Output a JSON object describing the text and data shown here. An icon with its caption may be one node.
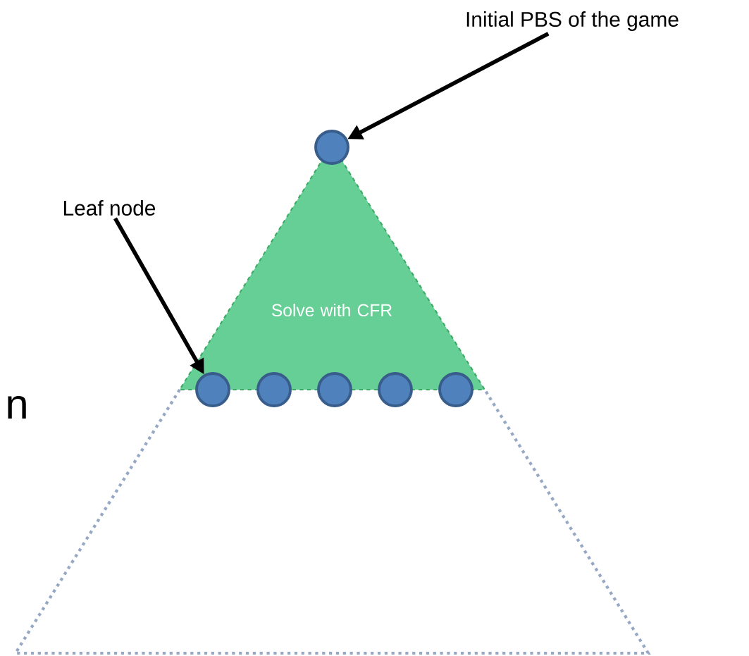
{
  "diagram": {
    "nodes": [
      {
        "text": [
          "Initial PBS of the game"
        ]
      },
      {
        "text": [
          "Leaf node"
        ]
      },
      {
        "text": [
          "Solve with CFR"
        ]
      },
      {
        "text": [],
        "shape": "circle"
      },
      {
        "text": [],
        "shape": "circle"
      },
      {
        "text": [],
        "shape": "circle"
      },
      {
        "text": [],
        "shape": "circle"
      },
      {
        "text": [],
        "shape": "circle"
      },
      {
        "text": [],
        "shape": "circle"
      },
      {
        "text": [],
        "shape": "triangle"
      }
    ],
    "edges": [
      {
        "from": 0,
        "to": 3,
        "arrow": "to"
      },
      {
        "from": 1,
        "to": 4,
        "arrow": "to"
      }
    ],
    "labels": [
      "n"
    ]
  }
}
